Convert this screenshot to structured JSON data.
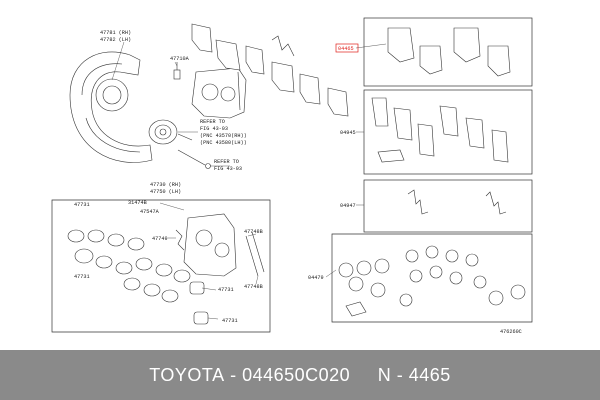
{
  "labels": {
    "shield": "47781 (RH)",
    "shield2": "47782 (LH)",
    "bleeder": "47710A",
    "refer1": "REFER TO",
    "refer1b": "FIG 43-03",
    "refer1c": "(PNC 43570(RH))",
    "refer1d": "(PNC 43580(LH))",
    "refer2": "REFER TO",
    "refer2b": "FIG 43-03",
    "caliper": "47730 (RH)",
    "caliper2": "47750 (LH)",
    "k31748": "31474B",
    "k47547": "47547A",
    "k47731a": "47731",
    "k47731b": "47731",
    "k47731c": "47731",
    "k47731d": "47731",
    "k47749": "47749",
    "k47748a": "47748B",
    "k47748b": "47748B",
    "pads": "04465",
    "shims": "04945",
    "clips": "04947",
    "seals": "04479",
    "figcode": "476260C"
  },
  "footer": {
    "brand": "TOYOTA",
    "dash1": " - ",
    "part_number": "044650C020",
    "gap": "     ",
    "n_label": "N",
    "dash2": " - ",
    "n_value": "4465"
  },
  "colors": {
    "highlight": "#e0201b",
    "footer_bg": "#8a8a8a"
  }
}
